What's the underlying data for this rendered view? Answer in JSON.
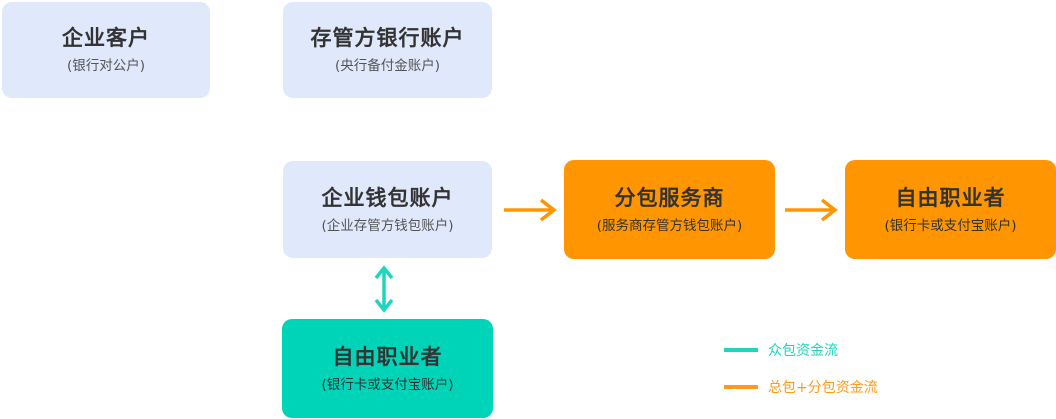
{
  "nodes": {
    "enterprise_client": {
      "title": "企业客户",
      "subtitle": "(银行对公户)"
    },
    "custodian_bank": {
      "title": "存管方银行账户",
      "subtitle": "(央行备付金账户)"
    },
    "enterprise_wallet": {
      "title": "企业钱包账户",
      "subtitle": "(企业存管方钱包账户)"
    },
    "subcontractor": {
      "title": "分包服务商",
      "subtitle": "(服务商存管方钱包账户)"
    },
    "freelancer_orange": {
      "title": "自由职业者",
      "subtitle": "(银行卡或支付宝账户)"
    },
    "freelancer_teal": {
      "title": "自由职业者",
      "subtitle": "(银行卡或支付宝账户)"
    }
  },
  "legend": [
    {
      "label": "众包资金流",
      "color": "#1ed6bd"
    },
    {
      "label": "总包+分包资金流",
      "color": "#ff9a1a"
    }
  ],
  "colors": {
    "blue_node": "#e0e8fc",
    "orange_node": "#ff9500",
    "teal_node": "#00d4b8",
    "orange_arrow": "#ff9500",
    "teal_arrow": "#1ed6bd"
  }
}
